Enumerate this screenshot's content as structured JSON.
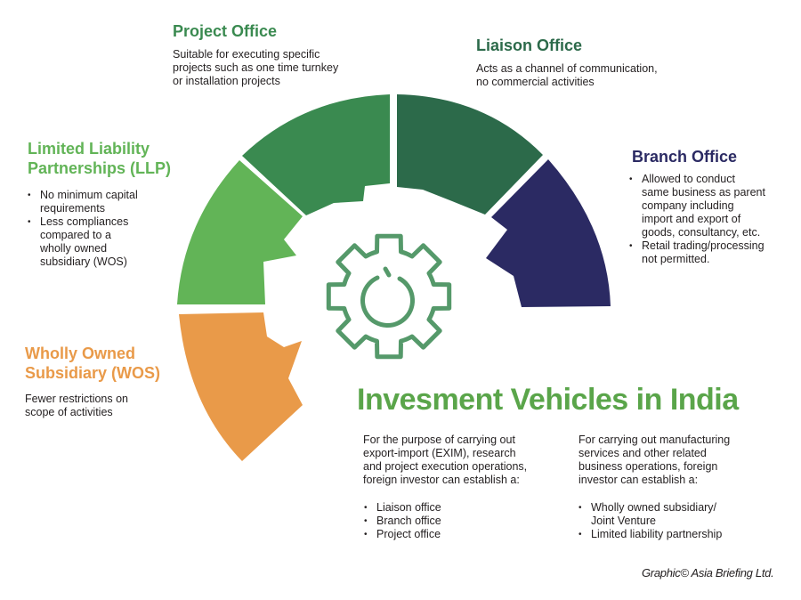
{
  "colors": {
    "wos": "#e99a49",
    "llp": "#62b457",
    "project": "#3a8a50",
    "liaison": "#2c6a4a",
    "branch": "#2b2a63",
    "gear": "#55996a",
    "title": "#5aa54a",
    "text": "#231f20"
  },
  "icons": {
    "center": "gear-icon"
  },
  "project_office": {
    "title": "Project Office",
    "lines": [
      "Suitable for executing specific",
      "projects such as one time turnkey",
      "or installation projects"
    ]
  },
  "liaison_office": {
    "title": "Liaison Office",
    "lines": [
      "Acts as a channel of communication,",
      "no commercial activities"
    ]
  },
  "llp": {
    "title_lines": [
      "Limited Liability",
      "Partnerships (LLP)"
    ],
    "bullets": [
      [
        "No minimum capital",
        "requirements"
      ],
      [
        "Less compliances",
        "compared to a",
        "wholly owned",
        "subsidiary (WOS)"
      ]
    ]
  },
  "branch_office": {
    "title": "Branch Office",
    "bullets": [
      [
        "Allowed to conduct",
        "same business as parent",
        "company including",
        "import and export of",
        "goods, consultancy, etc."
      ],
      [
        "Retail trading/processing",
        "not permitted."
      ]
    ]
  },
  "wos": {
    "title_lines": [
      "Wholly Owned",
      "Subsidiary (WOS)"
    ],
    "lines": [
      "Fewer restrictions on",
      "scope of activities"
    ]
  },
  "main": {
    "title": "Invesment Vehicles in India",
    "left_intro": [
      "For the purpose of carrying out",
      "export-import (EXIM), research",
      "and project execution operations,",
      "foreign investor can establish a:"
    ],
    "left_bullets": [
      [
        "Liaison office"
      ],
      [
        "Branch office"
      ],
      [
        "Project office"
      ]
    ],
    "right_intro": [
      "For carrying out manufacturing",
      "services and other related",
      "business operations, foreign",
      "investor can establish a:"
    ],
    "right_bullets": [
      [
        "Wholly owned subsidiary/",
        "Joint Venture"
      ],
      [
        "Limited liability partnership"
      ]
    ]
  },
  "credit": "Graphic© Asia Briefing Ltd."
}
